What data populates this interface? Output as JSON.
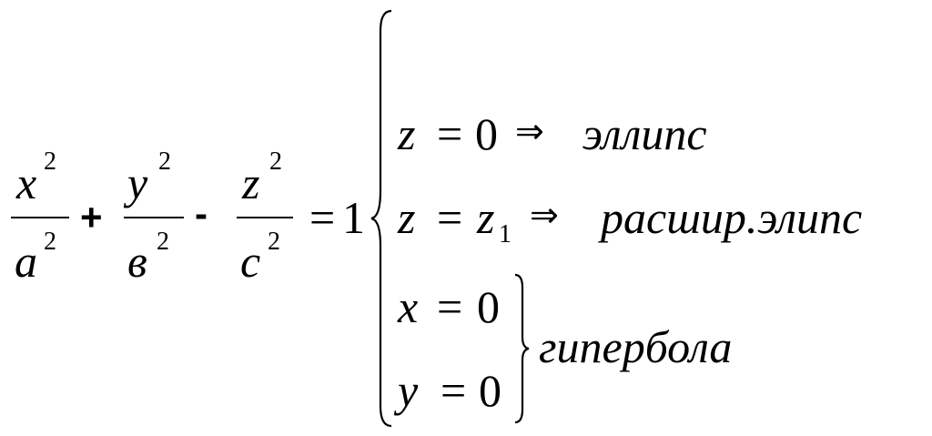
{
  "equation": {
    "x_var": "x",
    "a_var": "a",
    "y_var": "y",
    "b_var": "в",
    "z_var": "z",
    "c_var": "c",
    "exp": "2",
    "plus": "+",
    "minus": "-",
    "equals": "=",
    "one": "1"
  },
  "cases": [
    {
      "var": "z",
      "eq": "=",
      "value": "0",
      "implies": "⇒",
      "result": "эллипс"
    },
    {
      "var": "z",
      "eq": "=",
      "value": "z",
      "value_sub": "1",
      "implies": "⇒",
      "result": "расшир.элипс"
    },
    {
      "var": "x",
      "eq": "=",
      "value": "0"
    },
    {
      "var": "y",
      "eq": "=",
      "value": "0"
    }
  ],
  "group_result": "гипербола"
}
